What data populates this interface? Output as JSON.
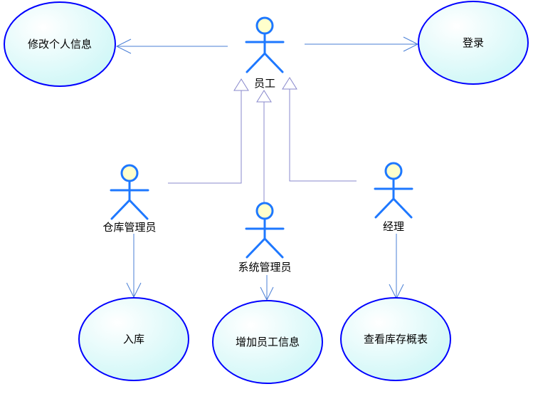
{
  "colors": {
    "ellipse_fill": "#cff7f7",
    "ellipse_fill_light": "#ffffff",
    "ellipse_stroke": "#0000ff",
    "actor_stroke": "#1e78ff",
    "actor_head": "#ffffcc",
    "association": "#4a7fd6",
    "generalization": "#8888cc",
    "text": "#000000"
  },
  "actors": {
    "employee": {
      "name": "员工",
      "icon": "stick-figure"
    },
    "warehouse_admin": {
      "name": "仓库管理员",
      "icon": "stick-figure"
    },
    "system_admin": {
      "name": "系统管理员",
      "icon": "stick-figure"
    },
    "manager": {
      "name": "经理",
      "icon": "stick-figure"
    }
  },
  "use_cases": {
    "edit_profile": {
      "label": "修改个人信息"
    },
    "login": {
      "label": "登录"
    },
    "stock_in": {
      "label": "入库"
    },
    "add_employee": {
      "label": "增加员工信息"
    },
    "view_inventory": {
      "label": "查看库存概表"
    }
  },
  "relations": [
    {
      "from": "employee",
      "to": "edit_profile",
      "kind": "association"
    },
    {
      "from": "employee",
      "to": "login",
      "kind": "association"
    },
    {
      "from": "warehouse_admin",
      "to": "employee",
      "kind": "generalization"
    },
    {
      "from": "system_admin",
      "to": "employee",
      "kind": "generalization"
    },
    {
      "from": "manager",
      "to": "employee",
      "kind": "generalization"
    },
    {
      "from": "warehouse_admin",
      "to": "stock_in",
      "kind": "association"
    },
    {
      "from": "system_admin",
      "to": "add_employee",
      "kind": "association"
    },
    {
      "from": "manager",
      "to": "view_inventory",
      "kind": "association"
    }
  ]
}
